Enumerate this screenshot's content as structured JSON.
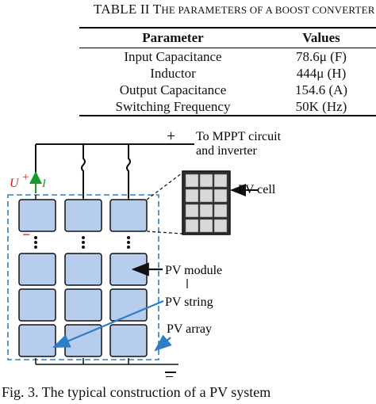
{
  "table": {
    "caption_prefix": "TABLE II T",
    "caption_rest": "HE PARAMETERS OF A BOOST CONVERTER",
    "headers": [
      "Parameter",
      "Values"
    ],
    "rows": [
      [
        "Input Capacitance",
        "78.6μ (F)"
      ],
      [
        "Inductor",
        "444μ (H)"
      ],
      [
        "Output Capacitance",
        "154.6 (A)"
      ],
      [
        "Switching Frequency",
        "50K (Hz)"
      ]
    ]
  },
  "diagram": {
    "plus_top": "+",
    "minus_bottom": "−",
    "mppt_line1": "To MPPT circuit",
    "mppt_line2": "and inverter",
    "u_label": "U",
    "u_plus": "+",
    "u_minus": "−",
    "i_label": "I",
    "pv_cell": "PV cell",
    "pv_module": "PV module",
    "pv_string": "PV string",
    "pv_array": "PV array",
    "colors": {
      "module_fill": "#b7cdee",
      "dash_blue": "#2d7ec4",
      "u_red": "#cc1f1f",
      "i_green": "#1a9a2a",
      "cell_dark": "#3a3a3a"
    }
  },
  "figure": {
    "caption": "Fig. 3. The typical construction of a PV system"
  }
}
